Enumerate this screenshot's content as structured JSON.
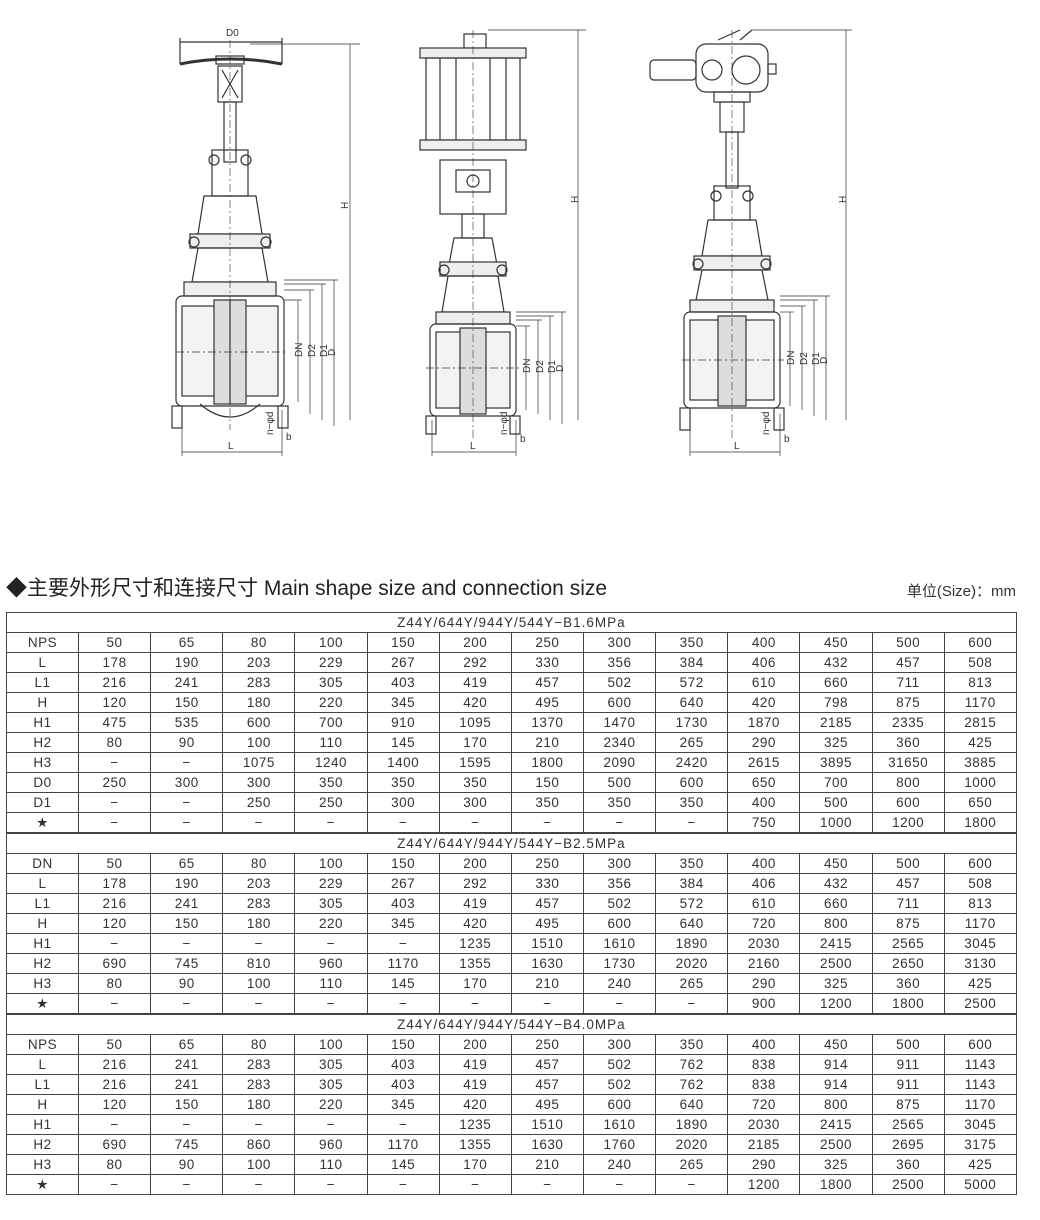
{
  "drawing_labels": {
    "do": "D0",
    "h": "H",
    "dn": "DN",
    "d2": "D2",
    "d1": "D1",
    "d": "D",
    "l": "L",
    "nphid": "n−φd",
    "b": "b"
  },
  "heading": "◆主要外形尺寸和连接尺寸 Main shape size and connection size",
  "unit": "单位(Size)：mm",
  "sections": [
    {
      "title": "Z44Y/644Y/944Y/544Y−B1.6MPa",
      "rows": [
        {
          "label": "NPS",
          "values": [
            "50",
            "65",
            "80",
            "100",
            "150",
            "200",
            "250",
            "300",
            "350",
            "400",
            "450",
            "500",
            "600"
          ]
        },
        {
          "label": "L",
          "values": [
            "178",
            "190",
            "203",
            "229",
            "267",
            "292",
            "330",
            "356",
            "384",
            "406",
            "432",
            "457",
            "508"
          ]
        },
        {
          "label": "L1",
          "values": [
            "216",
            "241",
            "283",
            "305",
            "403",
            "419",
            "457",
            "502",
            "572",
            "610",
            "660",
            "711",
            "813"
          ]
        },
        {
          "label": "H",
          "values": [
            "120",
            "150",
            "180",
            "220",
            "345",
            "420",
            "495",
            "600",
            "640",
            "420",
            "798",
            "875",
            "1170"
          ]
        },
        {
          "label": "H1",
          "values": [
            "475",
            "535",
            "600",
            "700",
            "910",
            "1095",
            "1370",
            "1470",
            "1730",
            "1870",
            "2185",
            "2335",
            "2815"
          ]
        },
        {
          "label": "H2",
          "values": [
            "80",
            "90",
            "100",
            "110",
            "145",
            "170",
            "210",
            "2340",
            "265",
            "290",
            "325",
            "360",
            "425"
          ]
        },
        {
          "label": "H3",
          "values": [
            "−",
            "−",
            "1075",
            "1240",
            "1400",
            "1595",
            "1800",
            "2090",
            "2420",
            "2615",
            "3895",
            "31650",
            "3885"
          ]
        },
        {
          "label": "D0",
          "values": [
            "250",
            "300",
            "300",
            "350",
            "350",
            "350",
            "150",
            "500",
            "600",
            "650",
            "700",
            "800",
            "1000"
          ]
        },
        {
          "label": "D1",
          "values": [
            "−",
            "−",
            "250",
            "250",
            "300",
            "300",
            "350",
            "350",
            "350",
            "400",
            "500",
            "600",
            "650"
          ]
        },
        {
          "label": "★",
          "values": [
            "−",
            "−",
            "−",
            "−",
            "−",
            "−",
            "−",
            "−",
            "−",
            "750",
            "1000",
            "1200",
            "1800"
          ]
        }
      ]
    },
    {
      "title": "Z44Y/644Y/944Y/544Y−B2.5MPa",
      "rows": [
        {
          "label": "DN",
          "values": [
            "50",
            "65",
            "80",
            "100",
            "150",
            "200",
            "250",
            "300",
            "350",
            "400",
            "450",
            "500",
            "600"
          ]
        },
        {
          "label": "L",
          "values": [
            "178",
            "190",
            "203",
            "229",
            "267",
            "292",
            "330",
            "356",
            "384",
            "406",
            "432",
            "457",
            "508"
          ]
        },
        {
          "label": "L1",
          "values": [
            "216",
            "241",
            "283",
            "305",
            "403",
            "419",
            "457",
            "502",
            "572",
            "610",
            "660",
            "711",
            "813"
          ]
        },
        {
          "label": "H",
          "values": [
            "120",
            "150",
            "180",
            "220",
            "345",
            "420",
            "495",
            "600",
            "640",
            "720",
            "800",
            "875",
            "1170"
          ]
        },
        {
          "label": "H1",
          "values": [
            "−",
            "−",
            "−",
            "−",
            "−",
            "1235",
            "1510",
            "1610",
            "1890",
            "2030",
            "2415",
            "2565",
            "3045"
          ]
        },
        {
          "label": "H2",
          "values": [
            "690",
            "745",
            "810",
            "960",
            "1170",
            "1355",
            "1630",
            "1730",
            "2020",
            "2160",
            "2500",
            "2650",
            "3130"
          ]
        },
        {
          "label": "H3",
          "values": [
            "80",
            "90",
            "100",
            "110",
            "145",
            "170",
            "210",
            "240",
            "265",
            "290",
            "325",
            "360",
            "425"
          ]
        },
        {
          "label": "★",
          "values": [
            "−",
            "−",
            "−",
            "−",
            "−",
            "−",
            "−",
            "−",
            "−",
            "900",
            "1200",
            "1800",
            "2500"
          ]
        }
      ]
    },
    {
      "title": "Z44Y/644Y/944Y/544Y−B4.0MPa",
      "rows": [
        {
          "label": "NPS",
          "values": [
            "50",
            "65",
            "80",
            "100",
            "150",
            "200",
            "250",
            "300",
            "350",
            "400",
            "450",
            "500",
            "600"
          ]
        },
        {
          "label": "L",
          "values": [
            "216",
            "241",
            "283",
            "305",
            "403",
            "419",
            "457",
            "502",
            "762",
            "838",
            "914",
            "911",
            "1143"
          ]
        },
        {
          "label": "L1",
          "values": [
            "216",
            "241",
            "283",
            "305",
            "403",
            "419",
            "457",
            "502",
            "762",
            "838",
            "914",
            "911",
            "1143"
          ]
        },
        {
          "label": "H",
          "values": [
            "120",
            "150",
            "180",
            "220",
            "345",
            "420",
            "495",
            "600",
            "640",
            "720",
            "800",
            "875",
            "1170"
          ]
        },
        {
          "label": "H1",
          "values": [
            "−",
            "−",
            "−",
            "−",
            "−",
            "1235",
            "1510",
            "1610",
            "1890",
            "2030",
            "2415",
            "2565",
            "3045"
          ]
        },
        {
          "label": "H2",
          "values": [
            "690",
            "745",
            "860",
            "960",
            "1170",
            "1355",
            "1630",
            "1760",
            "2020",
            "2185",
            "2500",
            "2695",
            "3175"
          ]
        },
        {
          "label": "H3",
          "values": [
            "80",
            "90",
            "100",
            "110",
            "145",
            "170",
            "210",
            "240",
            "265",
            "290",
            "325",
            "360",
            "425"
          ]
        },
        {
          "label": "★",
          "values": [
            "−",
            "−",
            "−",
            "−",
            "−",
            "−",
            "−",
            "−",
            "−",
            "1200",
            "1800",
            "2500",
            "5000"
          ]
        }
      ]
    }
  ]
}
